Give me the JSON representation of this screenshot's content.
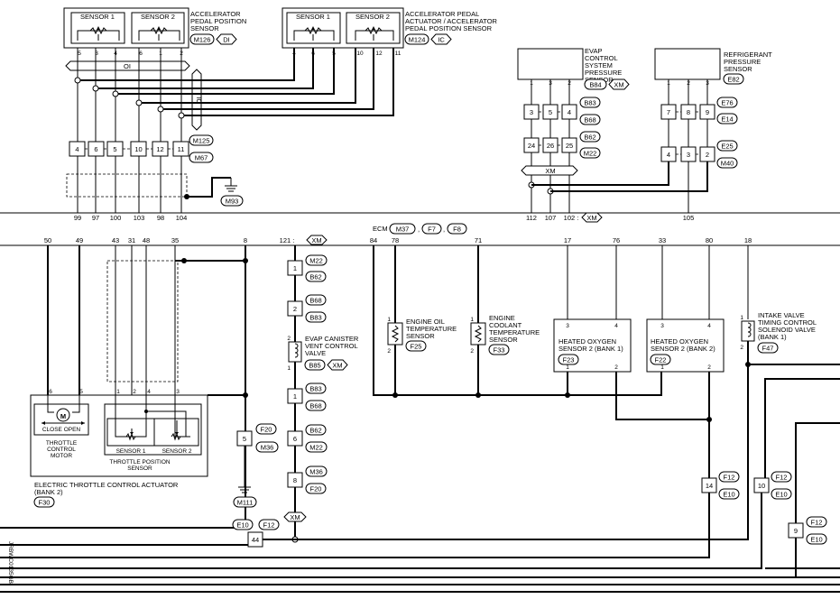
{
  "ecm": {
    "label": "ECM",
    "connectors": [
      "M37",
      "F7",
      "F8"
    ]
  },
  "code": "JRBWC0135GB",
  "top": {
    "aps": {
      "sensor1": "SENSOR 1",
      "sensor2": "SENSOR 2",
      "name": [
        "ACCELERATOR",
        "PEDAL POSITION",
        "SENSOR"
      ],
      "conn": "M126",
      "tag": "DI",
      "pins": [
        "5",
        "3",
        "4",
        "6",
        "1",
        "2"
      ]
    },
    "act": {
      "sensor1": "SENSOR 1",
      "sensor2": "SENSOR 2",
      "name": [
        "ACCELERATOR PEDAL",
        "ACTUATOR / ACCELERATOR",
        "PEDAL POSITION SENSOR"
      ],
      "conn": "M124",
      "tag": "IC",
      "pins": [
        "4",
        "6",
        "5",
        "10",
        "12",
        "11"
      ]
    },
    "oi": "OI",
    "ic": "IC",
    "joint": {
      "pins": [
        "4",
        "6",
        "5",
        "10",
        "12",
        "11"
      ],
      "conn1": "M125",
      "conn2": "M67"
    },
    "ground": "M93",
    "ecm_pins": [
      "99",
      "97",
      "100",
      "103",
      "98",
      "104"
    ],
    "evap": {
      "name": [
        "EVAP",
        "CONTROL",
        "SYSTEM",
        "PRESSURE",
        "SENSOR"
      ],
      "conn": "B84",
      "tag": "XM",
      "pins": [
        "1",
        "3",
        "2"
      ],
      "row1": [
        "3",
        "5",
        "4"
      ],
      "row2": [
        "24",
        "26",
        "25"
      ],
      "c1": "B83",
      "c2": "B68",
      "c3": "B62",
      "c4": "M22",
      "xm": "XM",
      "ecm_pins": [
        "112",
        "107",
        "102 :"
      ],
      "tag2": "XM"
    },
    "refrig": {
      "name": [
        "REFRIGERANT",
        "PRESSURE",
        "SENSOR"
      ],
      "conn": "E82",
      "pins": [
        "1",
        "2",
        "3"
      ],
      "row1": [
        "7",
        "8",
        "9"
      ],
      "row2": [
        "4",
        "3",
        "2"
      ],
      "c1": "E76",
      "c2": "E14",
      "c3": "E25",
      "c4": "M40",
      "ecm_pin": "105"
    }
  },
  "bottom": {
    "ecm_pins": [
      "50",
      "49",
      "43",
      "31",
      "48",
      "35",
      "8",
      "121 :",
      "84",
      "78",
      "71",
      "17",
      "76",
      "33",
      "80",
      "18"
    ],
    "tag121": "XM",
    "etc": {
      "name": [
        "ELECTRIC THROTTLE CONTROL ACTUATOR",
        "(BANK 2)"
      ],
      "conn": "F30",
      "motor_pins": [
        "6",
        "5"
      ],
      "motor_symbol": "M",
      "close_open": "CLOSE OPEN",
      "motor_name": [
        "THROTTLE",
        "CONTROL",
        "MOTOR"
      ],
      "tps_pins": [
        "1",
        "2",
        "4",
        "3"
      ],
      "tps_s1": "SENSOR 1",
      "tps_s2": "SENSOR 2",
      "tps_name": [
        "THROTTLE POSITION",
        "SENSOR"
      ]
    },
    "joint8": {
      "pin": "5",
      "c1": "F20",
      "c2": "M36",
      "ground": "M111"
    },
    "vent": {
      "name": [
        "EVAP CANISTER",
        "VENT CONTROL",
        "VALVE"
      ],
      "conn": "B85",
      "tag": "XM",
      "pins": [
        "2",
        "1"
      ],
      "chain_top": [
        "1",
        "2"
      ],
      "chain_top_c": [
        "M22",
        "B62",
        "B68",
        "B83"
      ],
      "chain_bot": [
        "1",
        "6",
        "8"
      ],
      "chain_bot_c": [
        "B83",
        "B68",
        "B62",
        "M22",
        "M36",
        "F20"
      ],
      "xm": "XM"
    },
    "e44": {
      "pin": "44",
      "c1": "E10",
      "c2": "F12"
    },
    "eot": {
      "name": [
        "ENGINE OIL",
        "TEMPERATURE",
        "SENSOR"
      ],
      "conn": "F25",
      "pins": [
        "1",
        "2"
      ]
    },
    "ect": {
      "name": [
        "ENGINE",
        "COOLANT",
        "TEMPERATURE",
        "SENSOR"
      ],
      "conn": "F33",
      "pins": [
        "1",
        "2"
      ]
    },
    "ho2s1": {
      "name": [
        "HEATED OXYGEN",
        "SENSOR 2 (BANK 1)"
      ],
      "conn": "F23",
      "pins": [
        "3",
        "4",
        "1",
        "2"
      ]
    },
    "ho2s2": {
      "name": [
        "HEATED OXYGEN",
        "SENSOR 2 (BANK 2)"
      ],
      "conn": "F22",
      "pins": [
        "3",
        "4",
        "1",
        "2"
      ]
    },
    "ivt": {
      "name": [
        "INTAKE VALVE",
        "TIMING CONTROL",
        "SOLENOID VALVE",
        "(BANK 1)"
      ],
      "conn": "F47",
      "pins": [
        "1",
        "2"
      ]
    },
    "j14": {
      "pin": "14",
      "c1": "F12",
      "c2": "E10"
    },
    "j10": {
      "pin": "10",
      "c1": "F12",
      "c2": "E10"
    },
    "j9": {
      "pin": "9",
      "c1": "F12",
      "c2": "E10"
    }
  }
}
